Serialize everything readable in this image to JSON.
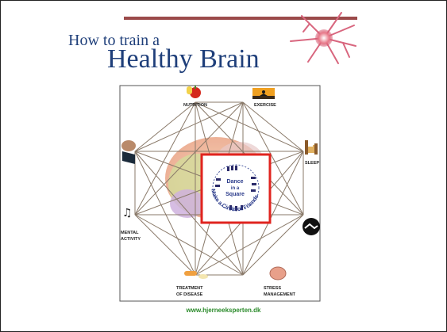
{
  "header": {
    "title_line1": "How to train a",
    "title_line2": "Healthy Brain"
  },
  "diagram": {
    "labels": {
      "nutrition": "NUTRITION",
      "exercise": "EXERCISE",
      "sleep": "SLEEP",
      "mental_activity_1": "MENTAL",
      "mental_activity_2": "ACTIVITY",
      "treatment_1": "TREATMENT",
      "treatment_2": "OF DISEASE",
      "stress_1": "STRESS",
      "stress_2": "MANAGEMENT"
    },
    "center": {
      "line1": "Dance",
      "line2": "in a",
      "line3": "Square",
      "arc": "Make a Circle of Friends"
    }
  },
  "footer": {
    "website": "www.hjerneeksperten.dk"
  },
  "colors": {
    "title": "#1f3f7a",
    "center_square": "#e0241f",
    "lines": "#8a7a6a",
    "website": "#2a8a2a"
  }
}
